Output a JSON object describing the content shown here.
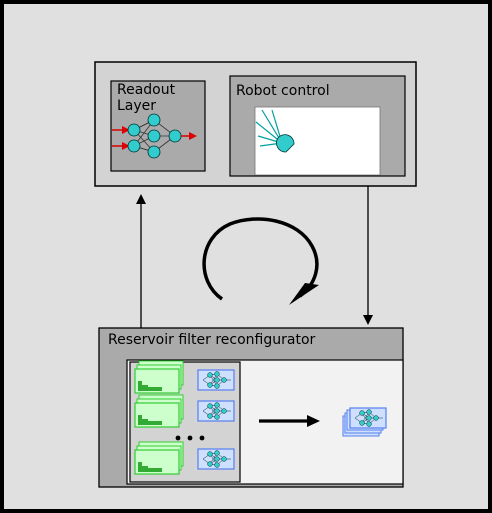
{
  "labels": {
    "readout": "Readout\nLayer",
    "robot_control": "Robot control",
    "reservoir": "Reservoir filter reconfigurator"
  },
  "colors": {
    "outer_bg": "#e0e0e0",
    "box_bg": "#d3d3d3",
    "inner_bg": "#aaaaaa",
    "node_fill": "#33cccc",
    "input_arrow": "#dd0000",
    "filter_green": "#33cc33",
    "filter_green_light": "#ccffcc",
    "net_blue": "#5580ee",
    "net_bg": "#cfe0ff"
  },
  "icons": {
    "cycle": "clockwise-cycle-arrow-icon",
    "robot": "robot-sensor-icon",
    "network": "neural-network-icon",
    "ellipsis": "ellipsis-icon"
  }
}
